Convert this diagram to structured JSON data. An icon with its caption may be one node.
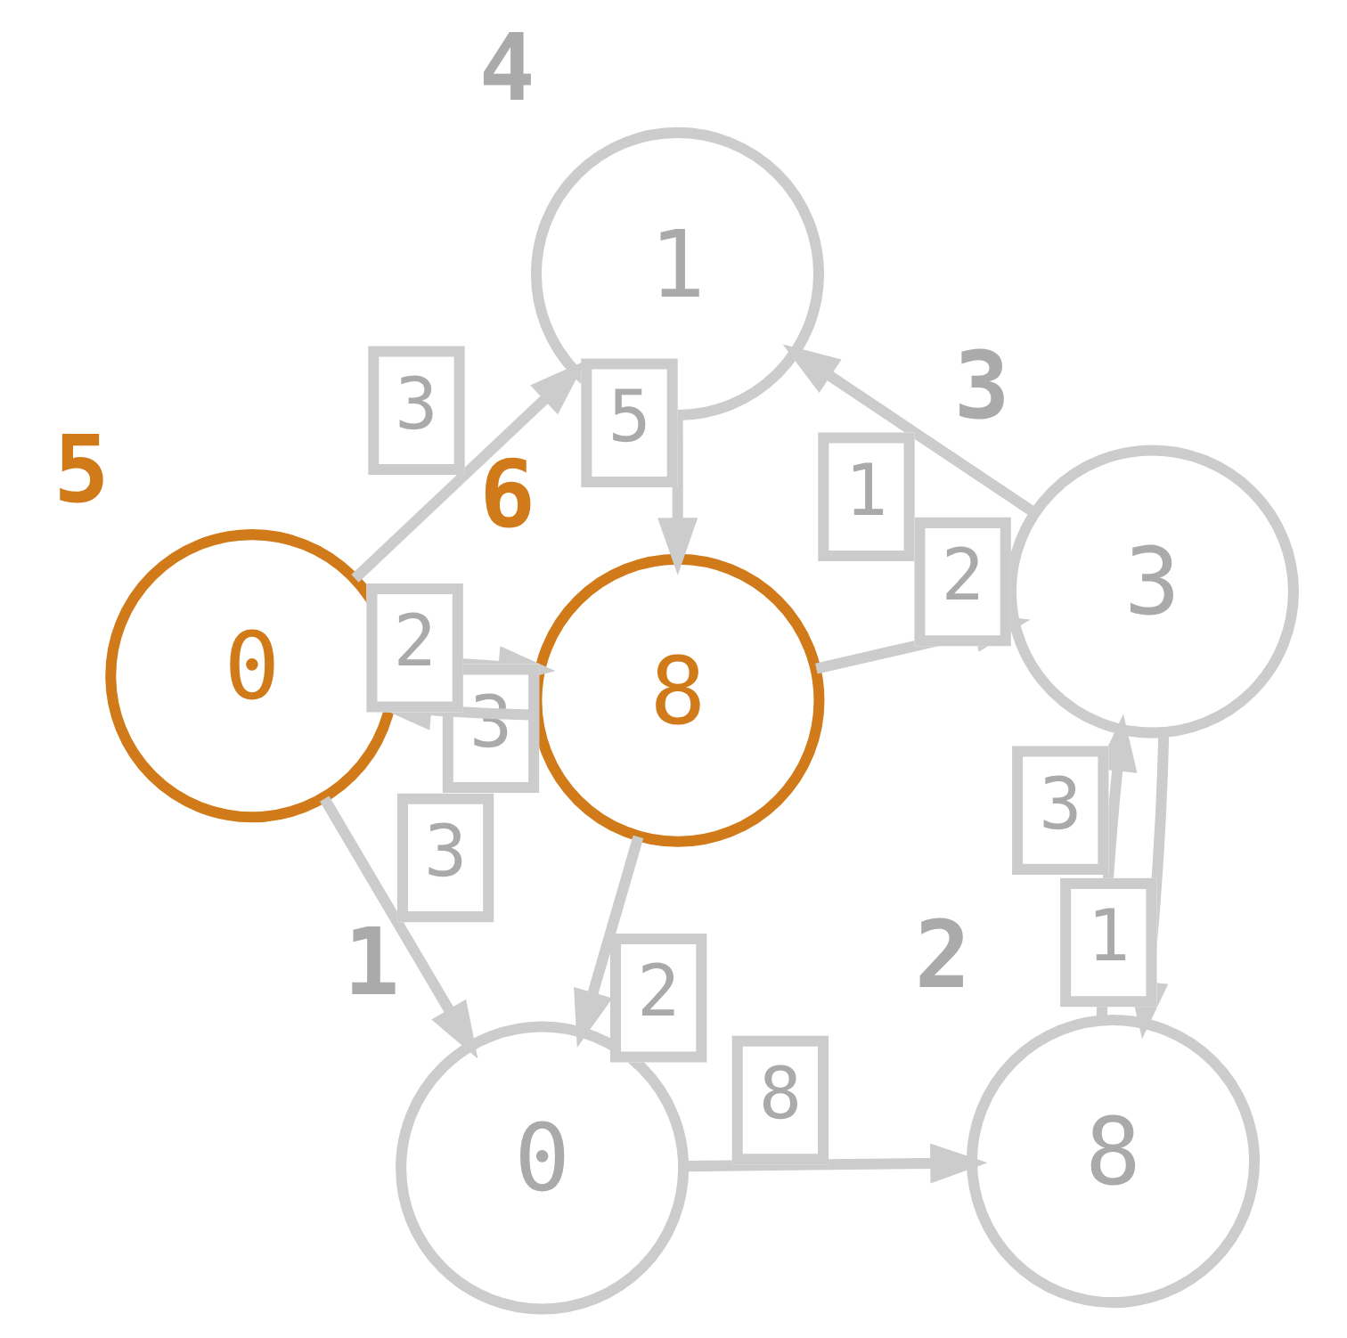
{
  "diagram": {
    "nodes": [
      {
        "text": [
          "0"
        ],
        "beside": [
          "1"
        ]
      },
      {
        "text": [
          "8"
        ],
        "beside": [
          "2"
        ]
      },
      {
        "text": [
          "3"
        ],
        "beside": [
          "3"
        ]
      },
      {
        "text": [
          "1"
        ],
        "beside": [
          "4"
        ]
      },
      {
        "text": [
          "0"
        ],
        "beside": [
          "5"
        ]
      },
      {
        "text": [
          "8"
        ],
        "beside": [
          "6"
        ]
      }
    ],
    "edges": [
      {
        "from": 0,
        "to": 1,
        "arrow": "to",
        "label": "8"
      },
      {
        "from": 4,
        "to": 0,
        "arrow": "to",
        "label": "3"
      },
      {
        "from": 5,
        "to": 0,
        "arrow": "to",
        "label": "2"
      },
      {
        "from": 1,
        "to": 2,
        "arrow": "to",
        "label": "3"
      },
      {
        "from": 2,
        "to": 1,
        "arrow": "to",
        "label": "1"
      },
      {
        "from": 4,
        "to": 5,
        "arrow": "to",
        "label": "3"
      },
      {
        "from": 5,
        "to": 4,
        "arrow": "to",
        "label": "2"
      },
      {
        "from": 5,
        "to": 2,
        "arrow": "to",
        "label": "2"
      },
      {
        "from": 4,
        "to": 3,
        "arrow": "to",
        "label": "3"
      },
      {
        "from": 3,
        "to": 5,
        "arrow": "to",
        "label": "5"
      },
      {
        "from": 2,
        "to": 3,
        "arrow": "to",
        "label": "1"
      }
    ]
  }
}
